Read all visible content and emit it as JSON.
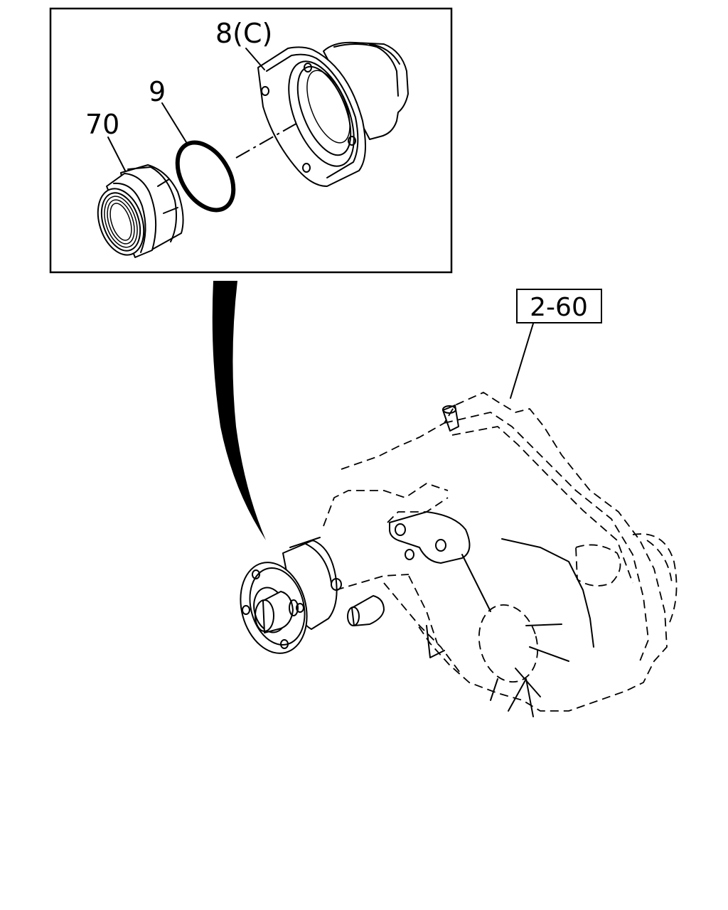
{
  "labels": {
    "part_8": "8(C)",
    "part_9": "9",
    "part_70": "70",
    "reference": "2-60"
  }
}
